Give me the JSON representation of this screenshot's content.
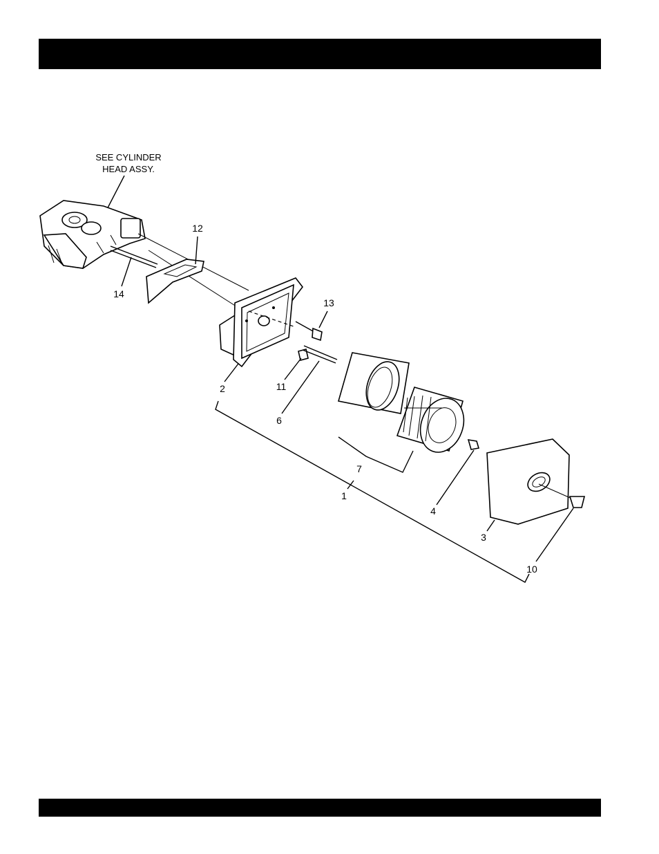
{
  "note": {
    "line1": "SEE CYLINDER",
    "line2": "HEAD ASSY."
  },
  "callouts": {
    "c1": "1",
    "c2": "2",
    "c3": "3",
    "c4": "4",
    "c6": "6",
    "c7": "7",
    "c10": "10",
    "c11": "11",
    "c12": "12",
    "c13": "13",
    "c14": "14"
  }
}
